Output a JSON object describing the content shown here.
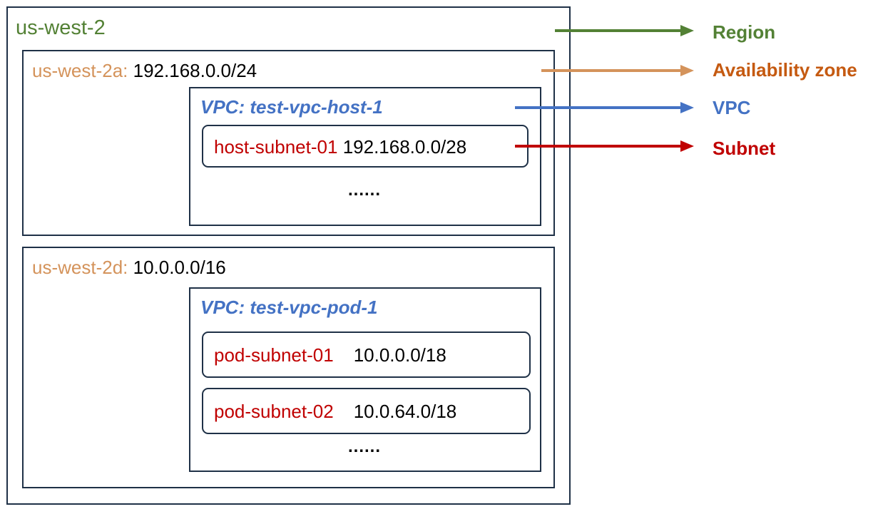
{
  "colors": {
    "region": "#538135",
    "availability_zone_text": "#D4935B",
    "availability_zone_legend": "#C55A11",
    "vpc": "#4472C4",
    "subnet": "#C00000",
    "border": "#1F3147"
  },
  "region": {
    "name": "us-west-2",
    "zones": [
      {
        "name": "us-west-2a:",
        "cidr": "192.168.0.0/24",
        "vpc": {
          "label": "VPC: test-vpc-host-1",
          "subnets": [
            {
              "name": "host-subnet-01",
              "cidr": "192.168.0.0/28"
            }
          ],
          "more": "......"
        }
      },
      {
        "name": "us-west-2d:",
        "cidr": "10.0.0.0/16",
        "vpc": {
          "label": "VPC: test-vpc-pod-1",
          "subnets": [
            {
              "name": "pod-subnet-01",
              "cidr": "10.0.0.0/18"
            },
            {
              "name": "pod-subnet-02",
              "cidr": "10.0.64.0/18"
            }
          ],
          "more": "......"
        }
      }
    ]
  },
  "legend": {
    "region": "Region",
    "availability_zone": "Availability zone",
    "vpc": "VPC",
    "subnet": "Subnet"
  }
}
